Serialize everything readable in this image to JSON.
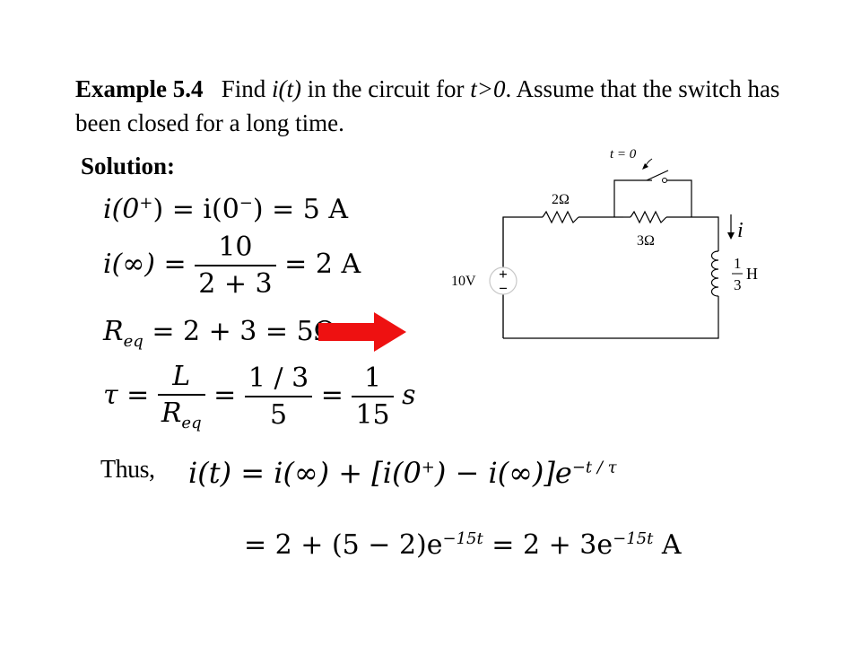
{
  "problem": {
    "label": "Example 5.4",
    "text_before": "Find ",
    "var": "i(t)",
    "text_mid": " in the circuit for ",
    "cond": "t>0",
    "text_after": ". Assume that the switch has been closed for a long time."
  },
  "solution_label": "Solution:",
  "equations": {
    "eq1": {
      "lhs": "i(0",
      "sup1": "+",
      "mid": ") = i(0",
      "sup2": "−",
      "rhs": ") = 5 A"
    },
    "eq2": {
      "lhs": "i(∞) =",
      "num": "10",
      "den": "2 + 3",
      "rhs": "= 2 A"
    },
    "eq3": {
      "r": "R",
      "sub": "eq",
      "rhs": "= 2 + 3 = 5Ω"
    },
    "eq4": {
      "tau": "τ =",
      "f1_num": "L",
      "f1_den_r": "R",
      "f1_den_sub": "eq",
      "eq_a": "=",
      "f2_num": "1 / 3",
      "f2_den": "5",
      "eq_b": "=",
      "f3_num": "1",
      "f3_den": "15",
      "unit": "s"
    },
    "thus": "Thus,",
    "eq5": {
      "a": "i(t) = i(∞) + [i(0",
      "sup": "+",
      "b": ") − i(∞)]e",
      "exp": "−t / τ"
    },
    "eq6": {
      "a": "= 2 + (5 − 2)e",
      "exp1": "−15t",
      "b": "= 2 + 3e",
      "exp2": "−15t",
      "unit": "A"
    }
  },
  "circuit": {
    "switch_label": "t = 0",
    "r1": "2Ω",
    "r2": "3Ω",
    "source": "10V",
    "plus": "+",
    "minus": "−",
    "current": "i",
    "ind_num": "1",
    "ind_den": "3",
    "ind_unit": "H"
  },
  "colors": {
    "arrow": "#ee1111",
    "text": "#000000",
    "background": "#ffffff"
  }
}
